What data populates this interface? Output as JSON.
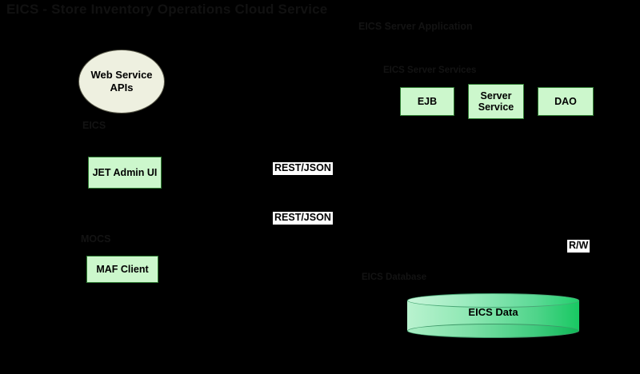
{
  "diagram": {
    "title": "EICS - Store Inventory Operations Cloud Service",
    "background_color": "#000000",
    "accent_box_color": "#ccf7cc",
    "accent_border_color": "#2f7d32",
    "db_gradient_from": "#b9f2cf",
    "db_gradient_to": "#18c862"
  },
  "client_side": {
    "web_service_apis": "Web Service APIs",
    "eics_label": "EICS",
    "jet_admin_ui": "JET Admin UI",
    "mocs_label": "MOCS",
    "maf_client": "MAF Client"
  },
  "connectors": {
    "rest_json_top": "REST/JSON",
    "rest_json_bottom": "REST/JSON",
    "read_write": "R/W"
  },
  "server_side": {
    "application_label": "EICS Server Application",
    "services_label": "EICS Server Services",
    "services": [
      {
        "label": "EJB"
      },
      {
        "label": "Server Service"
      },
      {
        "label": "DAO"
      }
    ],
    "database_label": "EICS Database",
    "database_name": "EICS Data"
  }
}
